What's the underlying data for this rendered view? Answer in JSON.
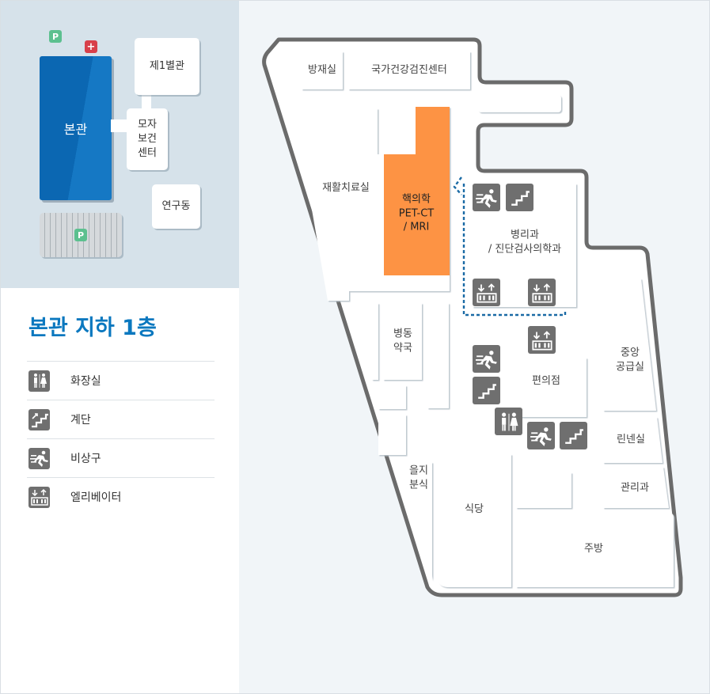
{
  "overview": {
    "annex1": "제1별관",
    "maternal": "모자\n보건\n센터",
    "main": "본관",
    "research": "연구동",
    "parking_badge": "P",
    "hospital_badge": "+"
  },
  "floor_title": "본관 지하 1층",
  "legend": [
    {
      "icon": "restroom-icon",
      "label": "화장실"
    },
    {
      "icon": "stairs-icon",
      "label": "계단"
    },
    {
      "icon": "emergency-exit-icon",
      "label": "비상구"
    },
    {
      "icon": "elevator-icon",
      "label": "엘리베이터"
    }
  ],
  "rooms": {
    "disaster": "방재실",
    "checkup": "국가건강검진센터",
    "rehab": "재활치료실",
    "nuclear": "핵의학\nPET-CT\n/ MRI",
    "pathology": "병리과\n/ 진단검사의학과",
    "pharmacy": "병동\n약국",
    "store": "편의점",
    "central": "중앙\n공급실",
    "linen": "린넨실",
    "snack": "을지\n분식",
    "cafeteria": "식당",
    "admin": "관리과",
    "kitchen": "주방"
  },
  "colors": {
    "highlight": "#fd9344",
    "outline": "#6b6b6b",
    "route": "#1a6aa5",
    "title": "#0b78bf",
    "main_building": "#0b67b2"
  }
}
